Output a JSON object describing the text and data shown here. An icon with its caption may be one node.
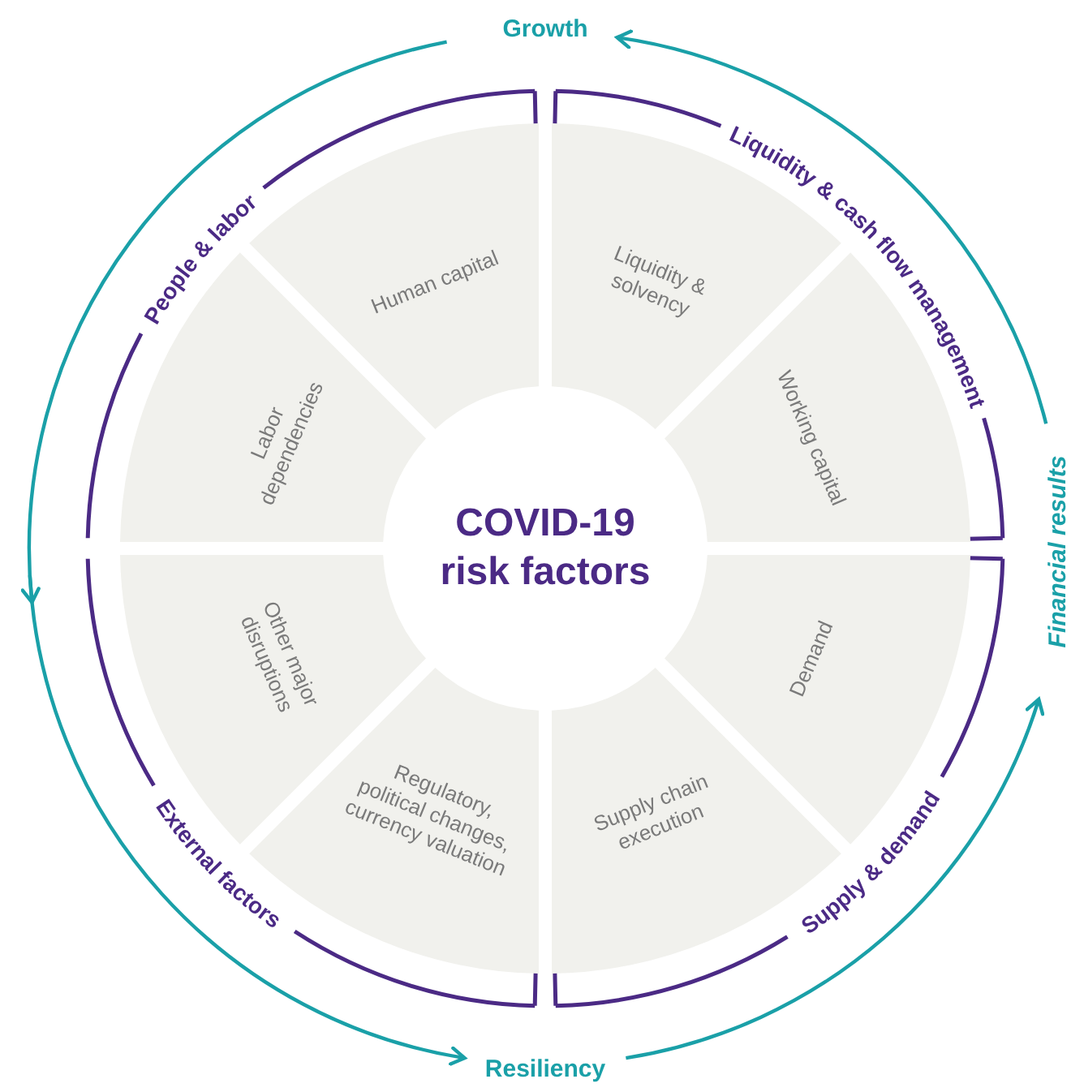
{
  "diagram": {
    "nodes": [
      {
        "text": [
          "COVID-19 risk factors"
        ]
      },
      {
        "text": [
          "Human capital"
        ]
      },
      {
        "text": [
          "Liquidity & solvency"
        ]
      },
      {
        "text": [
          "Working capital"
        ]
      },
      {
        "text": [
          "Demand"
        ]
      },
      {
        "text": [
          "Supply chain execution"
        ]
      },
      {
        "text": [
          "Regulatory, political changes, currency valuation"
        ]
      },
      {
        "text": [
          "Other major disruptions"
        ]
      },
      {
        "text": [
          "Labor dependencies"
        ]
      },
      {
        "text": [
          "Growth"
        ]
      },
      {
        "text": [
          "Financial results"
        ]
      },
      {
        "text": [
          "Resiliency"
        ]
      }
    ],
    "edges": [
      {
        "from": 9,
        "to": null,
        "arrow": "to"
      },
      {
        "from": null,
        "to": 11,
        "arrow": "to"
      },
      {
        "from": 11,
        "to": 10,
        "arrow": "to"
      },
      {
        "from": 10,
        "to": 9,
        "arrow": "to"
      }
    ],
    "labels": [
      "People & labor",
      "Liquidity & cash flow management",
      "External factors",
      "Supply & demand"
    ]
  }
}
